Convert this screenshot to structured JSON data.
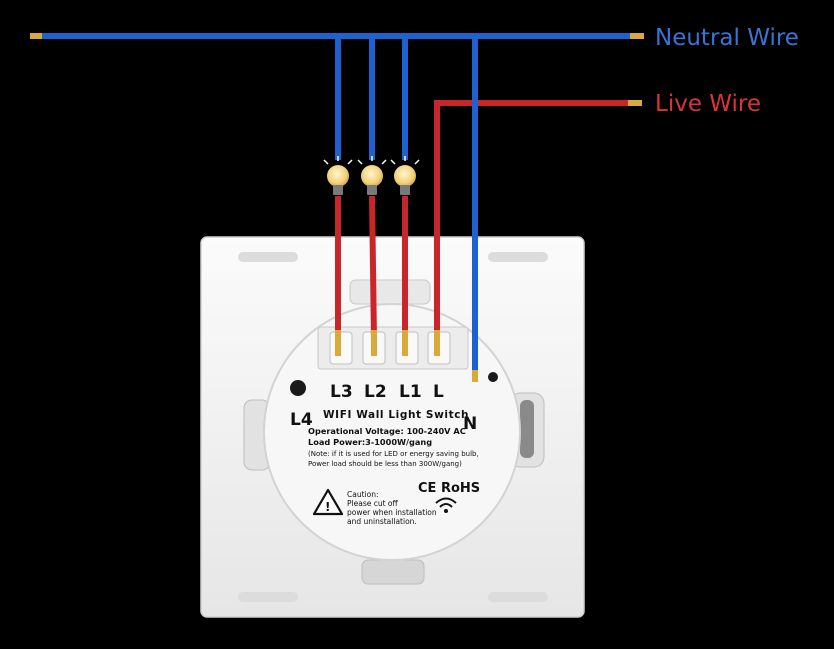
{
  "labels": {
    "neutral": "Neutral Wire",
    "live": "Live Wire"
  },
  "terminals": {
    "l3": "L3",
    "l2": "L2",
    "l1": "L1",
    "l": "L",
    "l4": "L4",
    "n": "N"
  },
  "module": {
    "title": "WIFI Wall Light Switch",
    "spec1": "Operational Voltage: 100-240V AC",
    "spec2": "Load Power:3-1000W/gang",
    "note1": "(Note: if it is used for LED or energy saving bulb,",
    "note2": "Power load should be less than 300W/gang)",
    "marks": "CE RoHS",
    "caution_title": "Caution:",
    "caution1": "Please cut off",
    "caution2": "power when installation",
    "caution3": "and uninstallation.",
    "warning_glyph": "!"
  },
  "colors": {
    "neutral": "#1e62d0",
    "live": "#c8262a",
    "neutral_text": "#3a73d8",
    "live_text": "#d8343a",
    "plate": "#f3f3f3",
    "bulb": "#f2d27a",
    "wire_tip": "#d9a93a"
  },
  "icons": [
    "warning-triangle-icon",
    "wifi-icon",
    "bulb-icon"
  ]
}
